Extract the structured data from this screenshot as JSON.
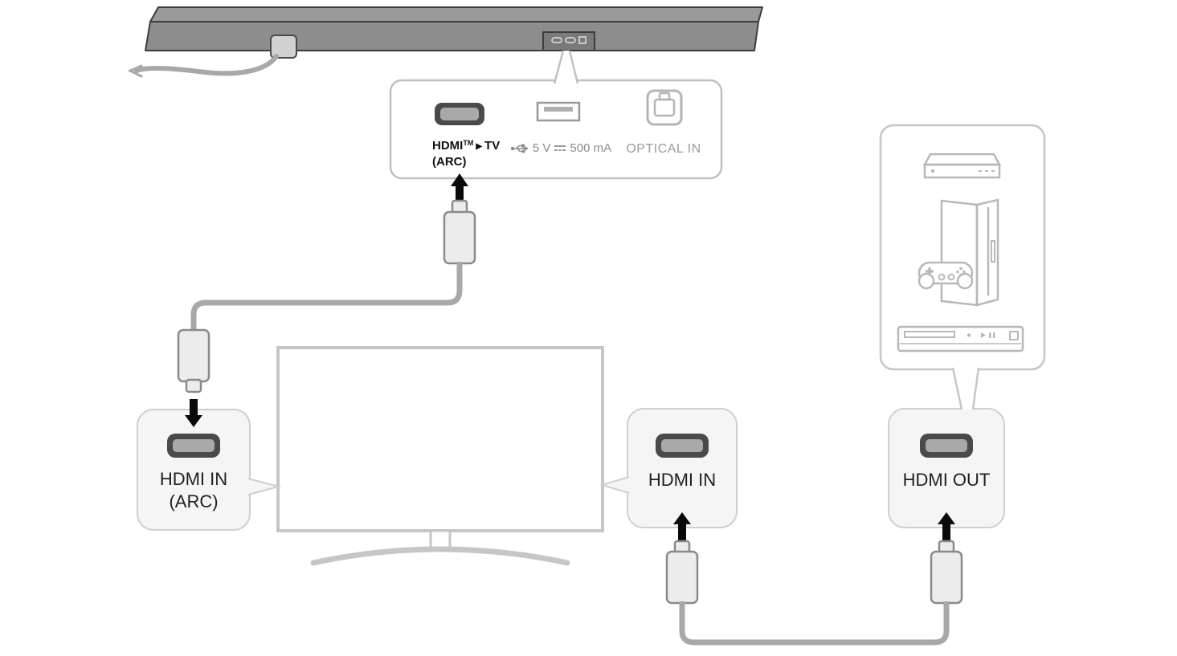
{
  "colors": {
    "cable": "#a8a8a8",
    "soundbar_outline": "#3c3c3c",
    "panel_border": "#c0c0c0",
    "box_fill": "#f5f5f5",
    "box_border": "#cfcfcf",
    "muted_text": "#8c8c8c",
    "label_text": "#1f1f1f",
    "device_icon_gray": "#b8b8b8",
    "arrow_black": "#0a0a0a"
  },
  "callout": {
    "hdmi": {
      "brand": "HDMI",
      "tm": "TM",
      "arrow_glyph": "▶",
      "target": "TV",
      "line2": "(ARC)"
    },
    "usb": {
      "voltage": "5 V",
      "current": "500 mA"
    },
    "optical": {
      "label": "OPTICAL IN"
    }
  },
  "ports": {
    "tv_arc": {
      "line1": "HDMI IN",
      "line2": "(ARC)"
    },
    "tv_in": {
      "label": "HDMI IN"
    },
    "device_out": {
      "label": "HDMI OUT"
    }
  }
}
